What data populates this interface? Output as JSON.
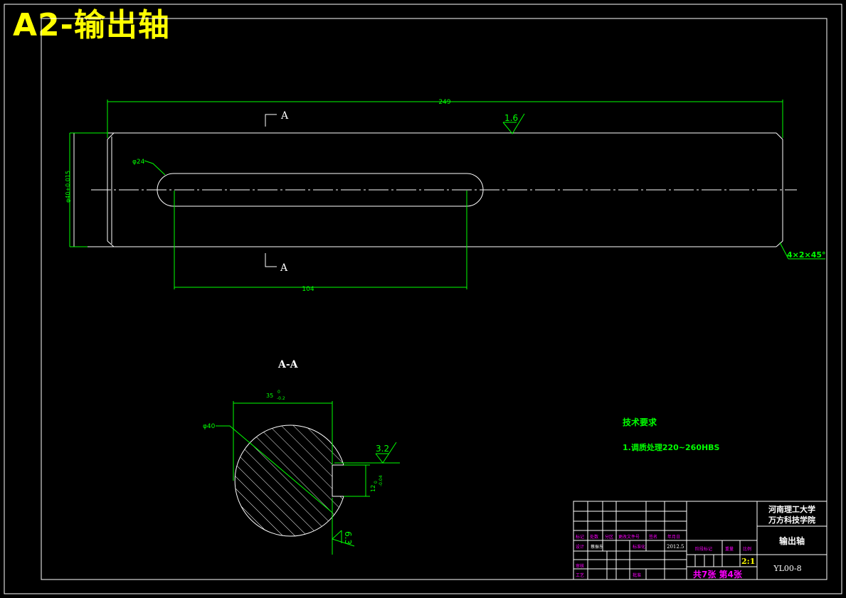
{
  "title": "A2-输出轴",
  "dims": {
    "length": "249",
    "keyway_length": "104",
    "dia_main": "φ40+0.015",
    "dia_small": "φ24",
    "chamfer": "4×2×45°",
    "rough_top": "1.6",
    "section_width": "35",
    "section_width_tol_top": "0",
    "section_width_tol_bot": "-0.2",
    "section_dia": "φ40",
    "key_depth": "12",
    "key_depth_tol_top": "0",
    "key_depth_tol_bot": "-0.04",
    "rough_key": "3.2",
    "rough_bottom": "6.3"
  },
  "section_markers": {
    "top": "A",
    "bottom": "A",
    "view": "A-A"
  },
  "tech": {
    "heading": "技术要求",
    "item1": "1.调质处理220~260HBS"
  },
  "titleblock": {
    "university": "河南理工大学",
    "college": "万方科技学院",
    "part_name": "输出轴",
    "drawing_no": "YL00-8",
    "scale": "2:1",
    "sheets": "共7张 第4张",
    "date": "2012.5",
    "h_mark": "标记",
    "h_count": "处数",
    "h_zone": "分区",
    "h_doc": "更改文件号",
    "h_sign": "签名",
    "h_date": "年月日",
    "h_design": "设计",
    "designer": "蔡振东",
    "h_std": "标准化",
    "h_stage": "阶段标记",
    "h_weight": "重量",
    "h_scale": "比例",
    "h_review": "审核",
    "h_process": "工艺",
    "h_approve": "批准"
  }
}
